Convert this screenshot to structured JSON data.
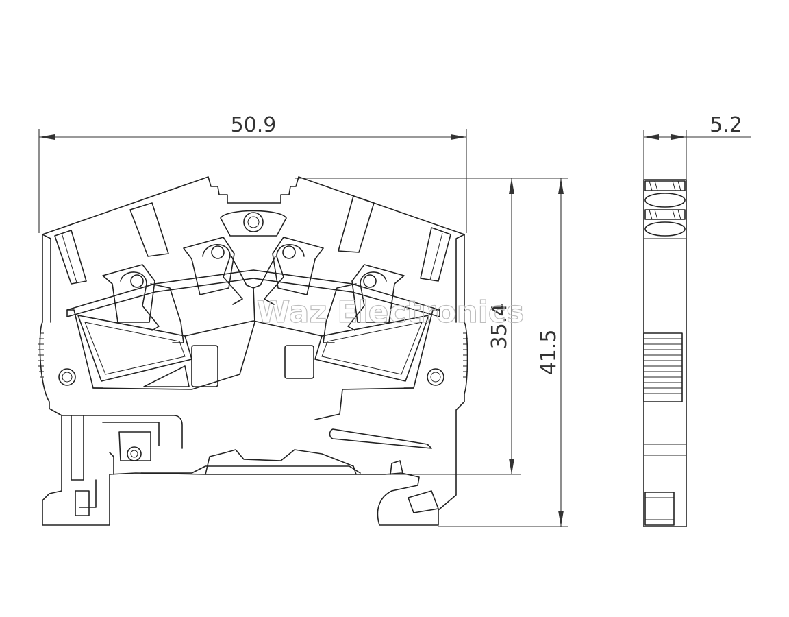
{
  "dimensions": {
    "overall_width": "50.9",
    "side_width": "5.2",
    "height_to_rail": "35.4",
    "overall_height": "41.5"
  },
  "watermark": "Waz Electronics"
}
